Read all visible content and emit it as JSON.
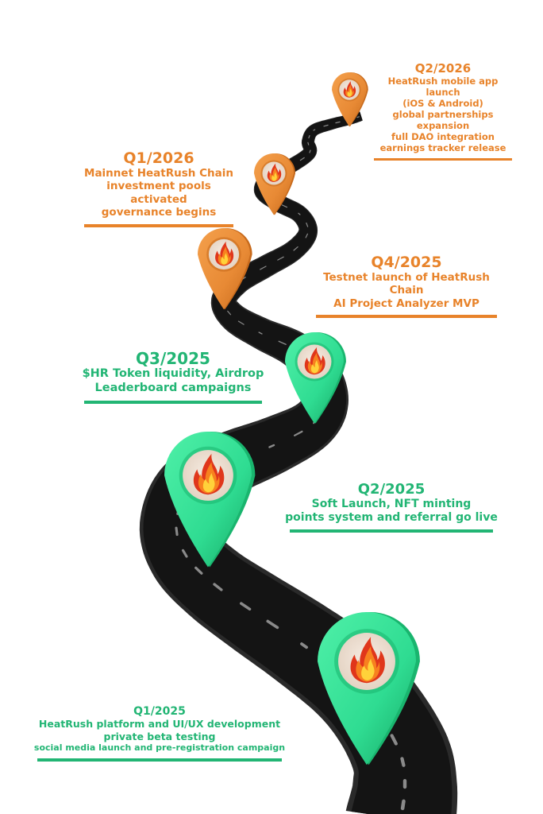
{
  "theme": {
    "orange": "#e8832a",
    "green": "#22b574",
    "road": "#141414",
    "road_edge": "#2a2a2a",
    "road_dash": "#8a8a8a",
    "pin_orange": "#e88a35",
    "pin_orange_dark": "#c76a1c",
    "pin_green": "#2fdc92",
    "pin_green_dark": "#19b56e",
    "pin_face": "#efe2d6",
    "flame_outer": "#e0361b",
    "flame_mid": "#f7811f",
    "flame_inner": "#ffd23a"
  },
  "milestones": [
    {
      "id": "q2-2026",
      "quarter": "Q2/2026",
      "color": "orange",
      "pin_icon": "fire-icon",
      "lines": [
        "HeatRush mobile app launch",
        "(iOS & Android)",
        "global partnerships expansion",
        "full DAO integration",
        "earnings tracker release"
      ]
    },
    {
      "id": "q1-2026",
      "quarter": "Q1/2026",
      "color": "orange",
      "pin_icon": "fire-icon",
      "lines": [
        "Mainnet HeatRush Chain",
        "investment pools activated",
        "governance begins"
      ]
    },
    {
      "id": "q4-2025",
      "quarter": "Q4/2025",
      "color": "orange",
      "pin_icon": "fire-icon",
      "lines": [
        "Testnet launch of HeatRush Chain",
        "AI Project Analyzer MVP"
      ]
    },
    {
      "id": "q3-2025",
      "quarter": "Q3/2025",
      "color": "green",
      "pin_icon": "fire-icon",
      "lines": [
        "$HR Token liquidity, Airdrop",
        "Leaderboard campaigns"
      ]
    },
    {
      "id": "q2-2025",
      "quarter": "Q2/2025",
      "color": "green",
      "pin_icon": "fire-icon",
      "lines": [
        "Soft Launch, NFT minting",
        "points system and referral go live"
      ]
    },
    {
      "id": "q1-2025",
      "quarter": "Q1/2025",
      "color": "green",
      "pin_icon": "fire-icon",
      "lines": [
        "HeatRush platform and UI/UX development",
        "private beta testing",
        "social media launch and pre-registration campaign"
      ]
    }
  ]
}
